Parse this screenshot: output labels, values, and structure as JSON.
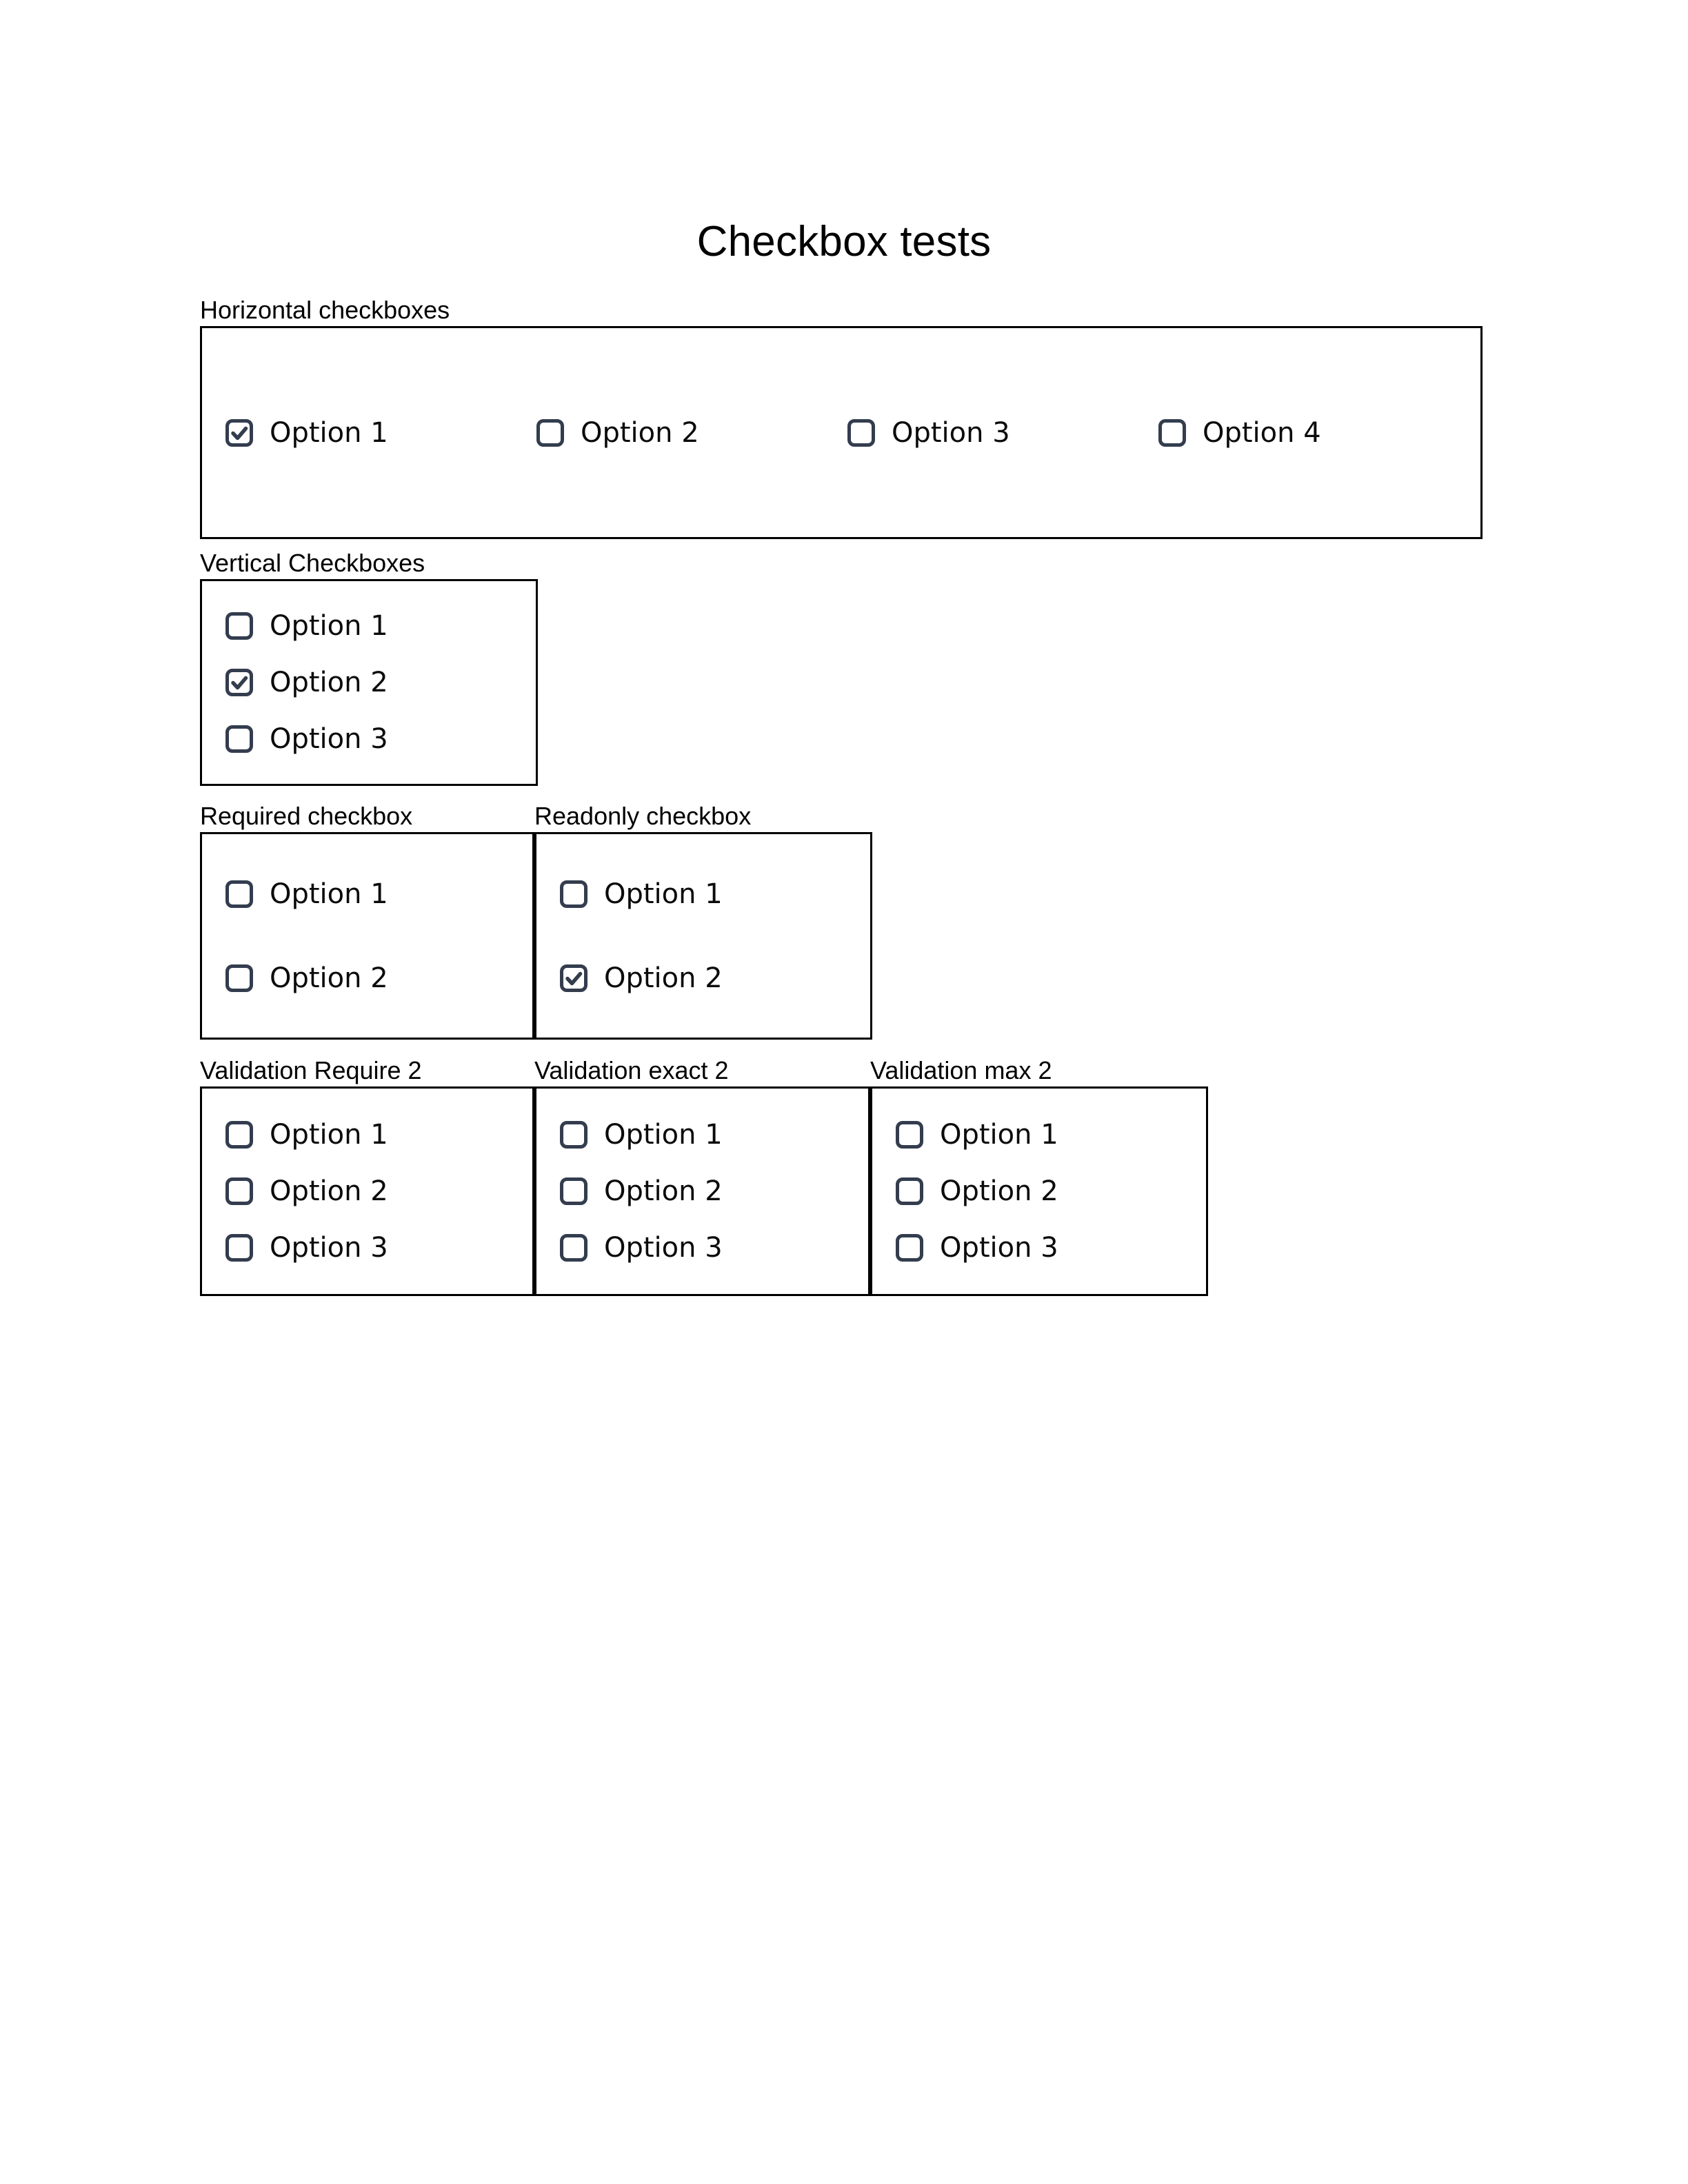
{
  "page": {
    "title": "Checkbox tests",
    "background_color": "#ffffff",
    "text_color": "#000000"
  },
  "theme": {
    "checkbox_color": "#333d4e",
    "border_color": "#000000",
    "label_color": "#0b0b0b"
  },
  "groups": [
    {
      "id": "horizontal",
      "legend": "Horizontal checkboxes",
      "orientation": "horizontal",
      "options": [
        {
          "label": "Option 1",
          "checked": true
        },
        {
          "label": "Option 2",
          "checked": false
        },
        {
          "label": "Option 3",
          "checked": false
        },
        {
          "label": "Option 4",
          "checked": false
        }
      ]
    },
    {
      "id": "vertical",
      "legend": "Vertical Checkboxes",
      "orientation": "vertical",
      "options": [
        {
          "label": "Option 1",
          "checked": false
        },
        {
          "label": "Option 2",
          "checked": true
        },
        {
          "label": "Option 3",
          "checked": false
        }
      ]
    },
    {
      "id": "required",
      "legend": "Required checkbox",
      "orientation": "vertical",
      "options": [
        {
          "label": "Option 1",
          "checked": false
        },
        {
          "label": "Option 2",
          "checked": false
        }
      ]
    },
    {
      "id": "readonly",
      "legend": "Readonly checkbox",
      "orientation": "vertical",
      "options": [
        {
          "label": "Option 1",
          "checked": false
        },
        {
          "label": "Option 2",
          "checked": true
        }
      ]
    },
    {
      "id": "val-require",
      "legend": "Validation Require 2",
      "orientation": "vertical",
      "options": [
        {
          "label": "Option 1",
          "checked": false
        },
        {
          "label": "Option 2",
          "checked": false
        },
        {
          "label": "Option 3",
          "checked": false
        }
      ]
    },
    {
      "id": "val-exact",
      "legend": "Validation exact 2",
      "orientation": "vertical",
      "options": [
        {
          "label": "Option 1",
          "checked": false
        },
        {
          "label": "Option 2",
          "checked": false
        },
        {
          "label": "Option 3",
          "checked": false
        }
      ]
    },
    {
      "id": "val-max",
      "legend": "Validation max 2",
      "orientation": "vertical",
      "options": [
        {
          "label": "Option 1",
          "checked": false
        },
        {
          "label": "Option 2",
          "checked": false
        },
        {
          "label": "Option 3",
          "checked": false
        }
      ]
    }
  ],
  "icons": {
    "checkbox_unchecked": "checkbox-blank-icon",
    "checkbox_checked": "checkbox-checked-icon"
  }
}
